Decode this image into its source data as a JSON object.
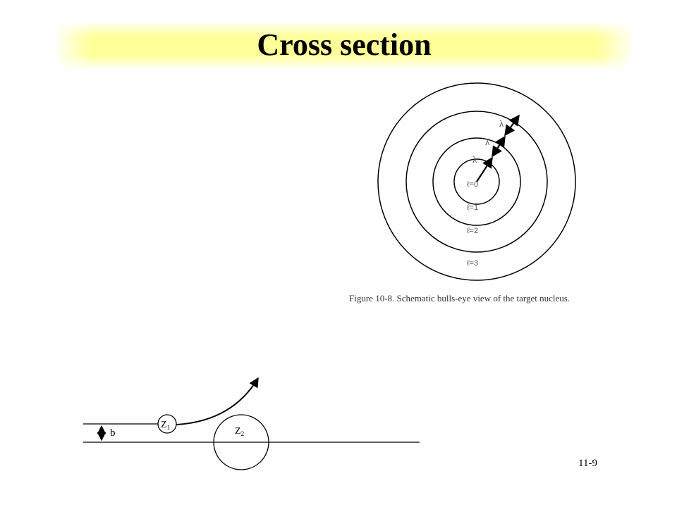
{
  "slide": {
    "title": "Cross section",
    "page_number": "11-9"
  },
  "bullseye": {
    "wavelength_symbol": "λ",
    "zone_labels": [
      "ℓ=0",
      "ℓ=1",
      "ℓ=2",
      "ℓ=3"
    ],
    "caption": "Figure 10-8.  Schematic bulls-eye view of the target nucleus."
  },
  "scattering": {
    "impact_parameter_label": "b",
    "projectile": {
      "base": "Z",
      "sub": "1"
    },
    "target": {
      "base": "Z",
      "sub": "2"
    }
  }
}
